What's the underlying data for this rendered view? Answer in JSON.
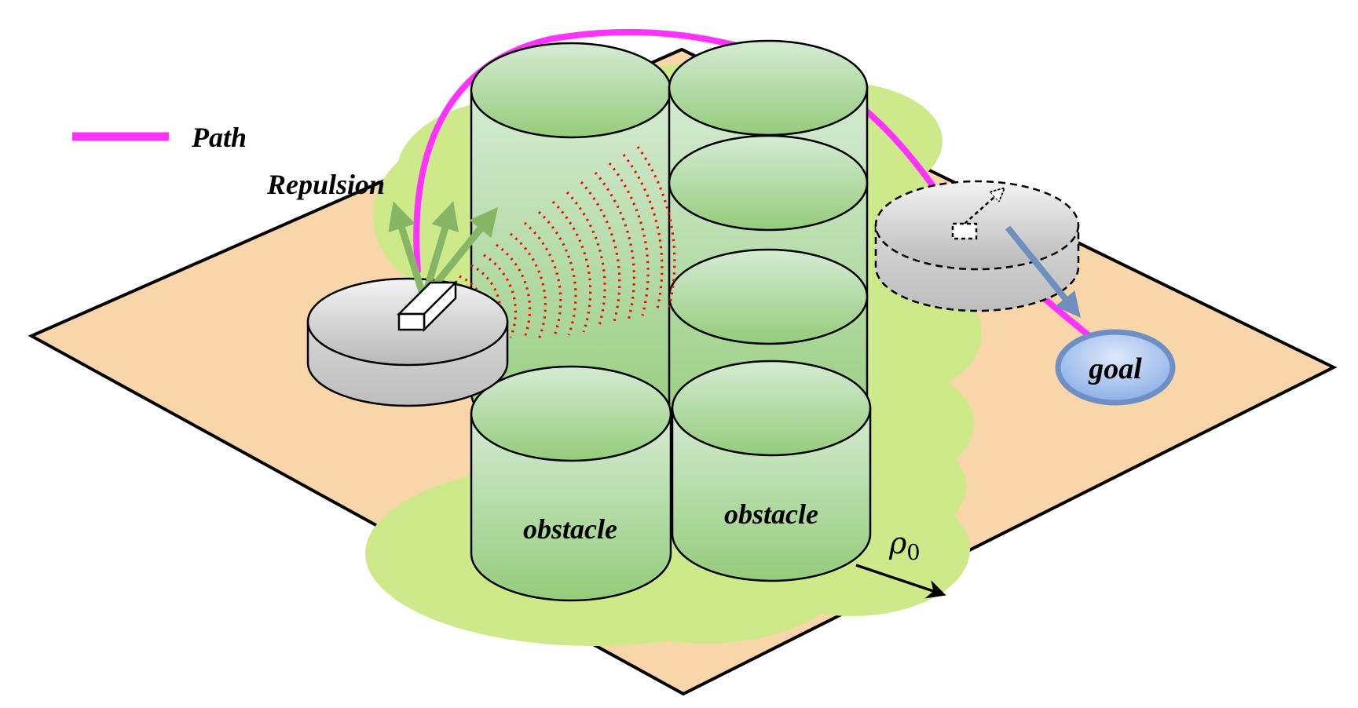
{
  "legend": {
    "path_label": "Path",
    "path_color": "#ff33ff"
  },
  "labels": {
    "repulsion": "Repulsion",
    "obstacle_left": "obstacle",
    "obstacle_right": "obstacle",
    "goal": "goal",
    "rho_symbol": "ρ",
    "rho_subscript": "0"
  },
  "colors": {
    "ground": "#f9d5aa",
    "influence_zone": "#cde98a",
    "obstacle_top": "#d3ead2",
    "obstacle_bottom": "#96cd7c",
    "robot": "#cfcfcf",
    "goal_fill": "#8fb2e8",
    "goal_stroke": "#6e8fc6",
    "repulsion_arrow": "#86b565",
    "sensor_rays": "#ff0000",
    "motion_arrow": "#6f8fbf"
  },
  "icons": {
    "robot": "mobile-robot-icon",
    "sensor": "lidar-sensor-icon"
  }
}
